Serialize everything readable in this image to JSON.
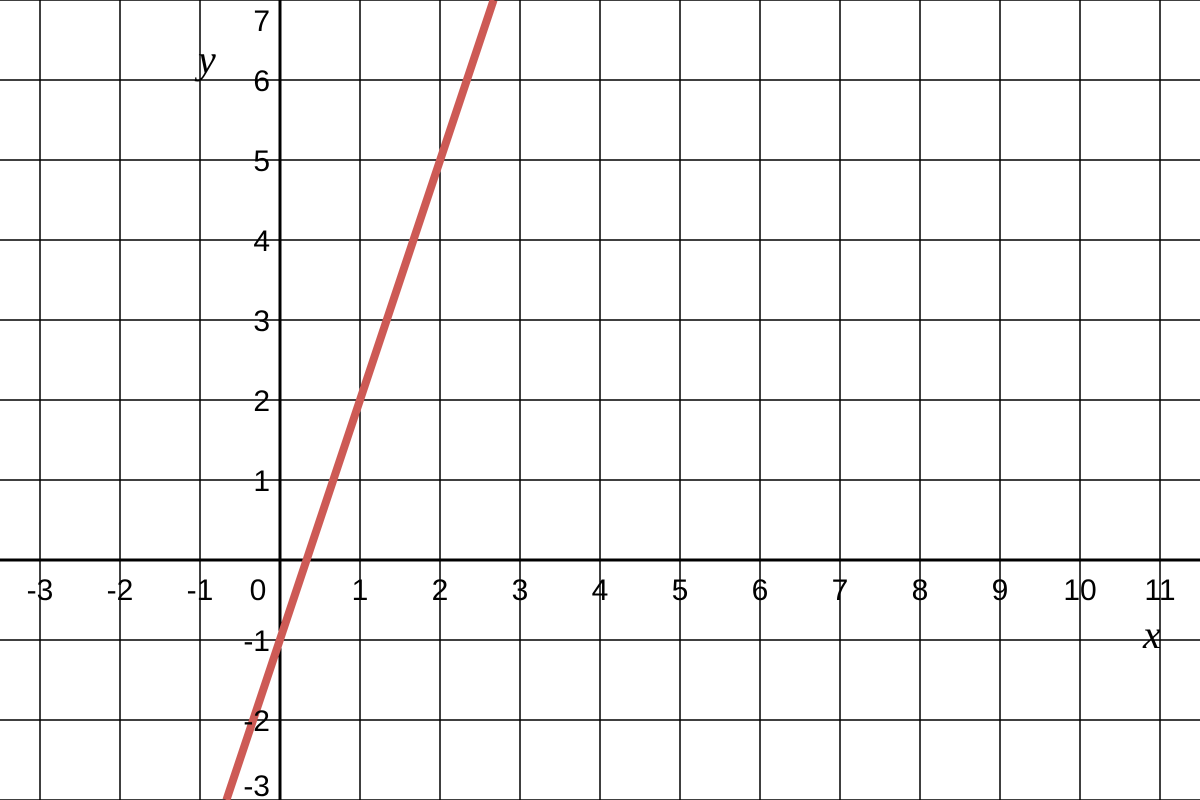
{
  "chart_data": {
    "type": "line",
    "xlabel": "x",
    "ylabel": "y",
    "xlim": [
      -3.5,
      11.5
    ],
    "ylim": [
      -3,
      7
    ],
    "grid": true,
    "x_ticks": [
      -3,
      -2,
      -1,
      0,
      1,
      2,
      3,
      4,
      5,
      6,
      7,
      8,
      9,
      10,
      11
    ],
    "y_ticks": [
      -3,
      -2,
      -1,
      1,
      2,
      3,
      4,
      5,
      6,
      7
    ],
    "x_tick_labels": [
      "-3",
      "-2",
      "-1",
      "0",
      "1",
      "2",
      "3",
      "4",
      "5",
      "6",
      "7",
      "8",
      "9",
      "10",
      "11"
    ],
    "y_tick_labels": [
      "-3",
      "-2",
      "-1",
      "1",
      "2",
      "3",
      "4",
      "5",
      "6",
      "7"
    ],
    "series": [
      {
        "color": "#cd5a55",
        "x": [
          -0.67,
          2.67
        ],
        "y": [
          -3,
          7
        ]
      }
    ]
  }
}
